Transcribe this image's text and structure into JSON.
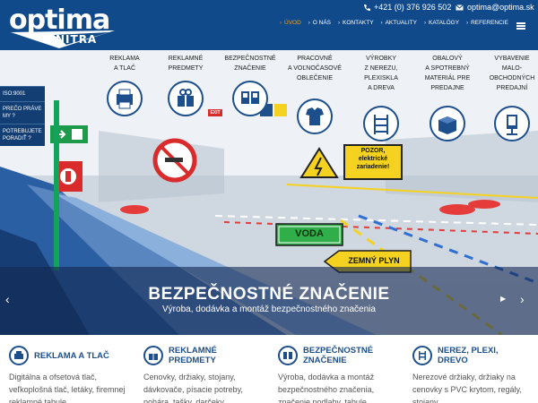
{
  "header": {
    "logo_main": "optima",
    "logo_sub": "NITRA",
    "phone": "+421 (0) 376 926 502",
    "email": "optima@optima.sk",
    "nav": [
      {
        "label": "Úvod",
        "active": true
      },
      {
        "label": "O nás",
        "active": false
      },
      {
        "label": "Kontakty",
        "active": false
      },
      {
        "label": "Aktuality",
        "active": false
      },
      {
        "label": "Katalógy",
        "active": false
      },
      {
        "label": "Referencie",
        "active": false
      }
    ]
  },
  "hero": {
    "categories": [
      {
        "line1": "Reklama",
        "line2": "a tlač",
        "line3": "",
        "icon": "printer-icon"
      },
      {
        "line1": "Reklamné",
        "line2": "predmety",
        "line3": "",
        "icon": "gift-icon"
      },
      {
        "line1": "Bezpečnostné",
        "line2": "značenie",
        "line3": "",
        "icon": "safety-sign-icon"
      },
      {
        "line1": "Pracovné",
        "line2": "a voľnočasové",
        "line3": "oblečenie",
        "icon": "clothing-icon"
      },
      {
        "line1": "Výrobky",
        "line2": "z nerezu,",
        "line3": "plexiskla",
        "line4": "a dreva",
        "icon": "shelf-icon"
      },
      {
        "line1": "Obalový",
        "line2": "a spotrebný",
        "line3": "materiál pre",
        "line4": "predajne",
        "icon": "box-icon"
      },
      {
        "line1": "Vybavenie",
        "line2": "malo-",
        "line3": "obchodných",
        "line4": "predajní",
        "icon": "display-stand-icon"
      }
    ],
    "side_buttons": [
      "ISO:9001",
      "Prečo práve my ?",
      "Potrebujete poradiť ?"
    ],
    "scene_texts": {
      "voda": "VODA",
      "zemny_plyn": "ZEMNÝ PLYN",
      "pozor": "POZOR, elektrické zariadenie!",
      "exit": "EXIT"
    },
    "banner_title": "BEZPEČNOSTNÉ ZNAČENIE",
    "banner_subtitle": "Výroba, dodávka a montáž bezpečnostného značenia"
  },
  "columns": [
    {
      "title": "Reklama a tlač",
      "text": "Digitálna a ofsetová tlač, veľkoplošná tlač, letáky, firemnej reklamné tabule",
      "icon": "printer-icon"
    },
    {
      "title": "Reklamné predmety",
      "text": "Cenovky, držiaky, stojany, dávkovače, písacie potreby, pohára, tašky, darčeky",
      "icon": "gift-icon"
    },
    {
      "title": "Bezpečnostné značenie",
      "text": "Výroba, dodávka a montáž bezpečnostného značenia, značenie podlahy, tabule",
      "icon": "safety-sign-icon"
    },
    {
      "title": "Nerez, plexi, drevo",
      "text": "Nerezové držiaky, držiaky na cenovky s PVC krytom, regály, stojany",
      "icon": "shelf-icon"
    }
  ]
}
